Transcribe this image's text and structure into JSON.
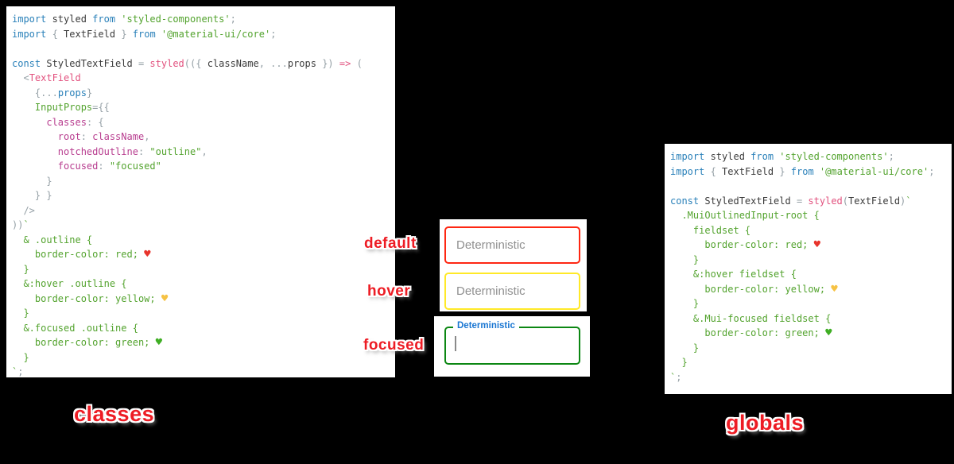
{
  "page": {
    "background": "#000000"
  },
  "syntax_colors": {
    "keyword": "#2980b9",
    "identifier": "#3b3b3b",
    "string_and_css": "#53a32e",
    "function_jsx": "#e2527f",
    "object_key": "#b83d8f",
    "punctuation": "#95a0a6"
  },
  "left_code": {
    "caption": "classes",
    "lines": [
      [
        {
          "t": "import",
          "c": "kw"
        },
        {
          "t": " styled ",
          "c": "id"
        },
        {
          "t": "from",
          "c": "kw"
        },
        {
          "t": " ",
          "c": "id"
        },
        {
          "t": "'styled-components'",
          "c": "str"
        },
        {
          "t": ";",
          "c": "punct"
        }
      ],
      [
        {
          "t": "import",
          "c": "kw"
        },
        {
          "t": " ",
          "c": "id"
        },
        {
          "t": "{",
          "c": "punct"
        },
        {
          "t": " TextField ",
          "c": "id"
        },
        {
          "t": "}",
          "c": "punct"
        },
        {
          "t": " ",
          "c": "id"
        },
        {
          "t": "from",
          "c": "kw"
        },
        {
          "t": " ",
          "c": "id"
        },
        {
          "t": "'@material-ui/core'",
          "c": "str"
        },
        {
          "t": ";",
          "c": "punct"
        }
      ],
      [],
      [
        {
          "t": "const",
          "c": "kw"
        },
        {
          "t": " StyledTextField ",
          "c": "id"
        },
        {
          "t": "=",
          "c": "punct"
        },
        {
          "t": " ",
          "c": "id"
        },
        {
          "t": "styled",
          "c": "fn"
        },
        {
          "t": "(({ ",
          "c": "punct"
        },
        {
          "t": "className",
          "c": "id"
        },
        {
          "t": ", ",
          "c": "punct"
        },
        {
          "t": "...",
          "c": "punct"
        },
        {
          "t": "props",
          "c": "id"
        },
        {
          "t": " })",
          "c": "punct"
        },
        {
          "t": " ",
          "c": "id"
        },
        {
          "t": "=>",
          "c": "fn"
        },
        {
          "t": " (",
          "c": "punct"
        }
      ],
      [
        {
          "t": "  ",
          "c": "id"
        },
        {
          "t": "<",
          "c": "punct"
        },
        {
          "t": "TextField",
          "c": "fn"
        }
      ],
      [
        {
          "t": "    ",
          "c": "id"
        },
        {
          "t": "{",
          "c": "punct"
        },
        {
          "t": "...",
          "c": "punct"
        },
        {
          "t": "props",
          "c": "kw"
        },
        {
          "t": "}",
          "c": "punct"
        }
      ],
      [
        {
          "t": "    ",
          "c": "id"
        },
        {
          "t": "InputProps",
          "c": "str"
        },
        {
          "t": "={{",
          "c": "punct"
        }
      ],
      [
        {
          "t": "      ",
          "c": "id"
        },
        {
          "t": "classes",
          "c": "prop"
        },
        {
          "t": ": ",
          "c": "punct"
        },
        {
          "t": "{",
          "c": "punct"
        }
      ],
      [
        {
          "t": "        ",
          "c": "id"
        },
        {
          "t": "root",
          "c": "prop"
        },
        {
          "t": ": ",
          "c": "punct"
        },
        {
          "t": "className",
          "c": "prop"
        },
        {
          "t": ",",
          "c": "punct"
        }
      ],
      [
        {
          "t": "        ",
          "c": "id"
        },
        {
          "t": "notchedOutline",
          "c": "prop"
        },
        {
          "t": ": ",
          "c": "punct"
        },
        {
          "t": "\"outline\"",
          "c": "str"
        },
        {
          "t": ",",
          "c": "punct"
        }
      ],
      [
        {
          "t": "        ",
          "c": "id"
        },
        {
          "t": "focused",
          "c": "prop"
        },
        {
          "t": ": ",
          "c": "punct"
        },
        {
          "t": "\"focused\"",
          "c": "str"
        }
      ],
      [
        {
          "t": "      }",
          "c": "punct"
        }
      ],
      [
        {
          "t": "    } }",
          "c": "punct"
        }
      ],
      [
        {
          "t": "  />",
          "c": "punct"
        }
      ],
      [
        {
          "t": "))",
          "c": "punct"
        },
        {
          "t": "`",
          "c": "str"
        }
      ],
      [
        {
          "t": "  & .outline {",
          "c": "str"
        }
      ],
      [
        {
          "t": "    border-color: red; ",
          "c": "str"
        },
        {
          "t": "♥",
          "c": "heart-red"
        }
      ],
      [
        {
          "t": "  }",
          "c": "str"
        }
      ],
      [
        {
          "t": "  &:hover .outline {",
          "c": "str"
        }
      ],
      [
        {
          "t": "    border-color: yellow; ",
          "c": "str"
        },
        {
          "t": "♥",
          "c": "heart-yellow"
        }
      ],
      [
        {
          "t": "  }",
          "c": "str"
        }
      ],
      [
        {
          "t": "  &.focused .outline {",
          "c": "str"
        }
      ],
      [
        {
          "t": "    border-color: green; ",
          "c": "str"
        },
        {
          "t": "♥",
          "c": "heart-green"
        }
      ],
      [
        {
          "t": "  }",
          "c": "str"
        }
      ],
      [
        {
          "t": "`",
          "c": "str"
        },
        {
          "t": ";",
          "c": "punct"
        }
      ]
    ]
  },
  "right_code": {
    "caption": "globals",
    "lines": [
      [
        {
          "t": "import",
          "c": "kw"
        },
        {
          "t": " styled ",
          "c": "id"
        },
        {
          "t": "from",
          "c": "kw"
        },
        {
          "t": " ",
          "c": "id"
        },
        {
          "t": "'styled-components'",
          "c": "str"
        },
        {
          "t": ";",
          "c": "punct"
        }
      ],
      [
        {
          "t": "import",
          "c": "kw"
        },
        {
          "t": " ",
          "c": "id"
        },
        {
          "t": "{",
          "c": "punct"
        },
        {
          "t": " TextField ",
          "c": "id"
        },
        {
          "t": "}",
          "c": "punct"
        },
        {
          "t": " ",
          "c": "id"
        },
        {
          "t": "from",
          "c": "kw"
        },
        {
          "t": " ",
          "c": "id"
        },
        {
          "t": "'@material-ui/core'",
          "c": "str"
        },
        {
          "t": ";",
          "c": "punct"
        }
      ],
      [],
      [
        {
          "t": "const",
          "c": "kw"
        },
        {
          "t": " StyledTextField ",
          "c": "id"
        },
        {
          "t": "=",
          "c": "punct"
        },
        {
          "t": " ",
          "c": "id"
        },
        {
          "t": "styled",
          "c": "fn"
        },
        {
          "t": "(",
          "c": "punct"
        },
        {
          "t": "TextField",
          "c": "id"
        },
        {
          "t": ")",
          "c": "punct"
        },
        {
          "t": "`",
          "c": "str"
        }
      ],
      [
        {
          "t": "  .MuiOutlinedInput-root {",
          "c": "str"
        }
      ],
      [
        {
          "t": "    fieldset {",
          "c": "str"
        }
      ],
      [
        {
          "t": "      border-color: red; ",
          "c": "str"
        },
        {
          "t": "♥",
          "c": "heart-red"
        }
      ],
      [
        {
          "t": "    }",
          "c": "str"
        }
      ],
      [
        {
          "t": "    &:hover fieldset {",
          "c": "str"
        }
      ],
      [
        {
          "t": "      border-color: yellow; ",
          "c": "str"
        },
        {
          "t": "♥",
          "c": "heart-yellow"
        }
      ],
      [
        {
          "t": "    }",
          "c": "str"
        }
      ],
      [
        {
          "t": "    &.Mui-focused fieldset {",
          "c": "str"
        }
      ],
      [
        {
          "t": "      border-color: green; ",
          "c": "str"
        },
        {
          "t": "♥",
          "c": "heart-green"
        }
      ],
      [
        {
          "t": "    }",
          "c": "str"
        }
      ],
      [
        {
          "t": "  }",
          "c": "str"
        }
      ],
      [
        {
          "t": "`",
          "c": "str"
        },
        {
          "t": ";",
          "c": "punct"
        }
      ]
    ]
  },
  "annotations": {
    "default_label": "default",
    "hover_label": "hover",
    "focused_label": "focused",
    "classes_caption": "classes",
    "globals_caption": "globals",
    "label_color": "#ed1c24"
  },
  "textfields": {
    "default": {
      "placeholder": "Deterministic",
      "border": "#fe2712"
    },
    "hover": {
      "placeholder": "Deterministic",
      "border": "#ffe928"
    },
    "focused": {
      "label": "Deterministic",
      "border": "#0c8713",
      "label_color": "#1976d2",
      "has_cursor": true
    }
  }
}
